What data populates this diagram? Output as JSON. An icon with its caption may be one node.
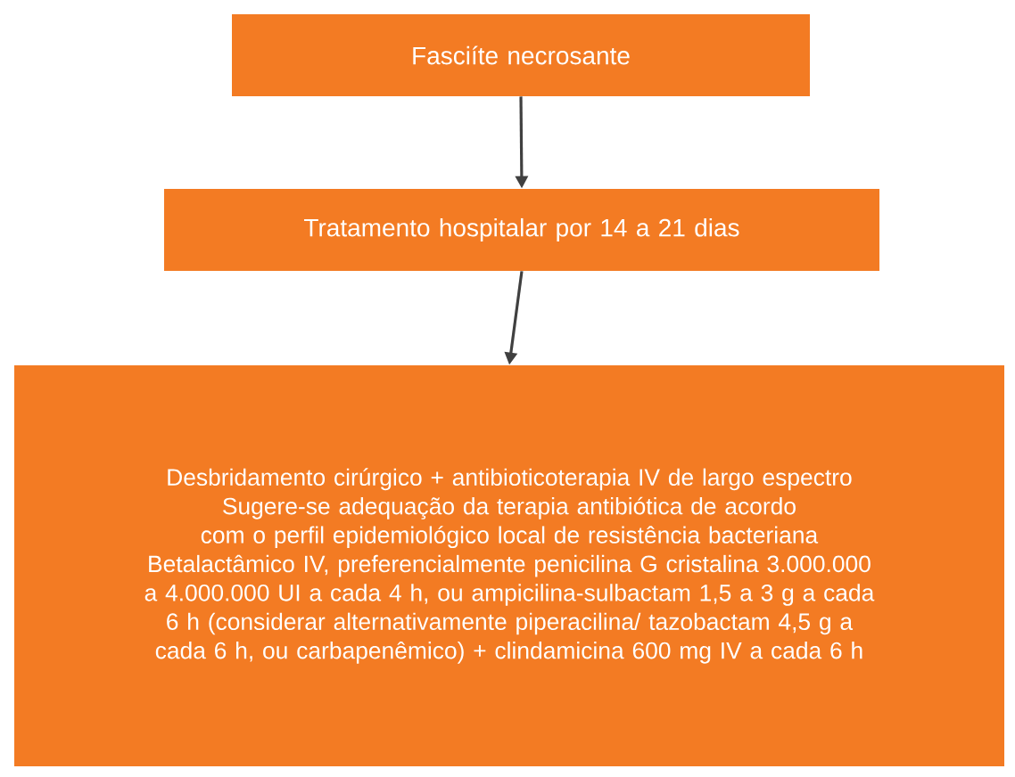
{
  "diagram": {
    "nodes": [
      {
        "text": [
          "Fasciíte necrosante"
        ]
      },
      {
        "text": [
          "Tratamento hospitalar por 14 a 21 dias"
        ]
      },
      {
        "text": [
          "Desbridamento cirúrgico + antibioticoterapia IV de largo espectro",
          "Sugere-se adequação da terapia antibiótica de acordo com o perfil epidemiológico local de resistência bacteriana",
          "Betalactâmico IV, preferencialmente penicilina G cristalina 3.000.000 a 4.000.000 UI a cada 4 h, ou ampicilina-sulbactam 1,5 a 3 g a cada 6 h (considerar alternativamente piperacilina/ tazobactam 4,5 g a cada 6 h, ou carbapenêmico) + clindamicina 600 mg IV a cada 6 h"
        ]
      }
    ],
    "edges": [
      {
        "from": 0,
        "to": 1,
        "arrow": "to"
      },
      {
        "from": 1,
        "to": 2,
        "arrow": "to"
      }
    ]
  }
}
